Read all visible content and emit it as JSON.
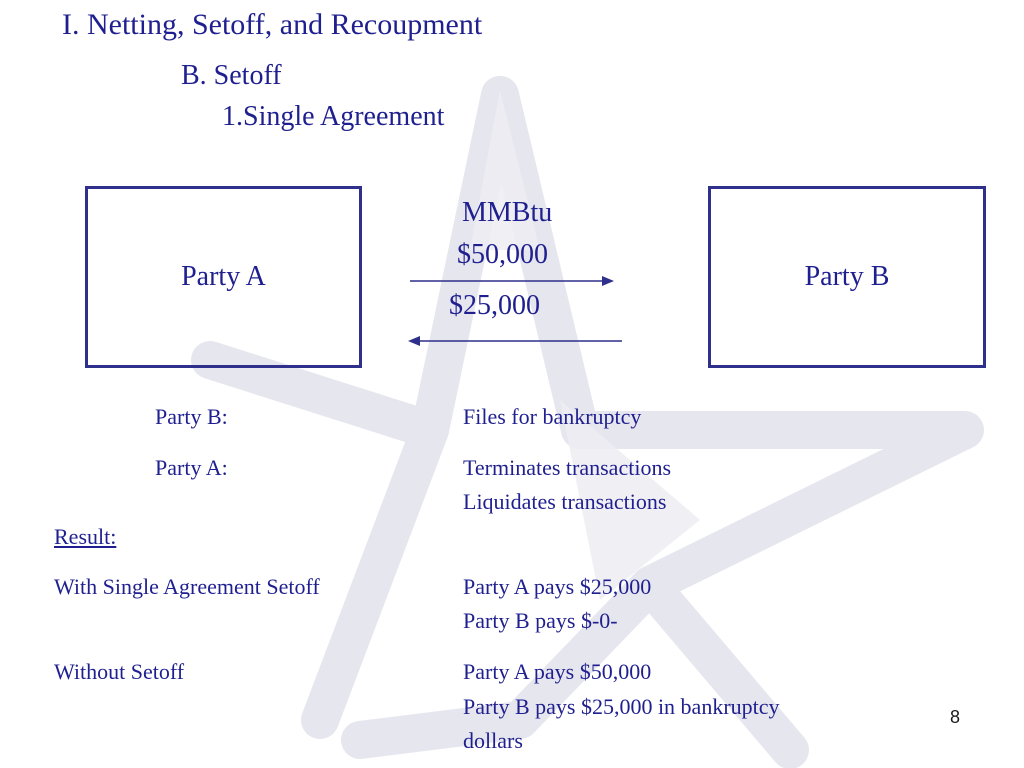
{
  "slide": {
    "title": "I. Netting, Setoff, and Recoupment",
    "subtitle1": "B. Setoff",
    "subtitle2": "1.Single Agreement",
    "page_number": "8"
  },
  "diagram": {
    "party_a": "Party A",
    "party_b": "Party B",
    "commodity": "MMBtu",
    "amount_top": "$50,000",
    "amount_bottom": "$25,000"
  },
  "events": [
    {
      "party": "Party B:",
      "action": "Files for bankruptcy"
    },
    {
      "party": "Party A:",
      "action_line1": "Terminates transactions",
      "action_line2": "Liquidates transactions"
    }
  ],
  "result": {
    "label": "Result:",
    "with_setoff": {
      "label": "With Single Agreement Setoff",
      "line1": "Party A pays $25,000",
      "line2": "Party B pays $-0-"
    },
    "without_setoff": {
      "label": "Without Setoff",
      "line1": "Party A pays $50,000",
      "line2": "Party B pays $25,000 in bankruptcy",
      "line3": "dollars"
    }
  },
  "colors": {
    "text": "#1f1f8f",
    "box_border": "#2f2f8c",
    "watermark": "#e9e9ef"
  }
}
